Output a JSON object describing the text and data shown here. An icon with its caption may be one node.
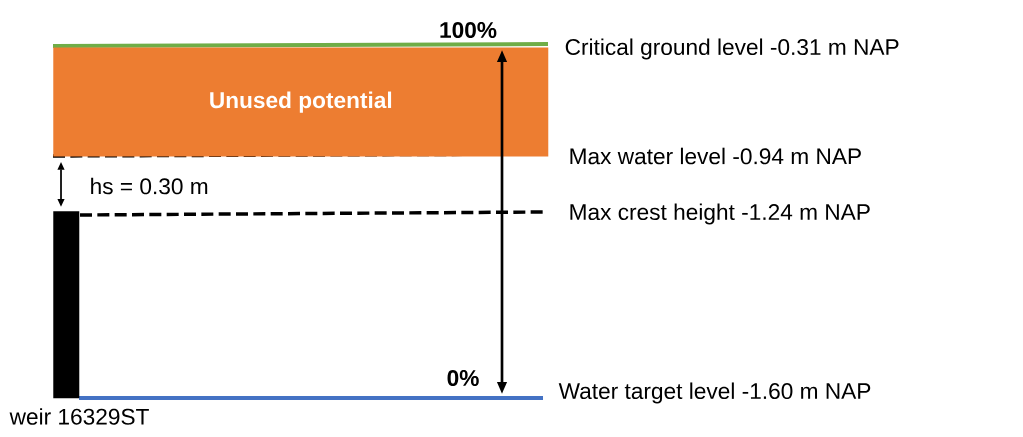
{
  "diagram": {
    "nodes": [
      {
        "text": [
          "Unused potential"
        ]
      },
      {
        "text": [],
        "shape": "bar",
        "beside": [
          "weir 16329ST"
        ]
      }
    ],
    "edges": [
      {
        "from": 0,
        "to": 1,
        "arrow": "both"
      }
    ],
    "labels": [
      "100%",
      "Critical ground level -0.31 m NAP",
      "Max water level -0.94 m NAP",
      "hs = 0.30 m",
      "Max crest height -1.24 m NAP",
      "0%",
      "Water target level -1.60 m NAP"
    ]
  }
}
